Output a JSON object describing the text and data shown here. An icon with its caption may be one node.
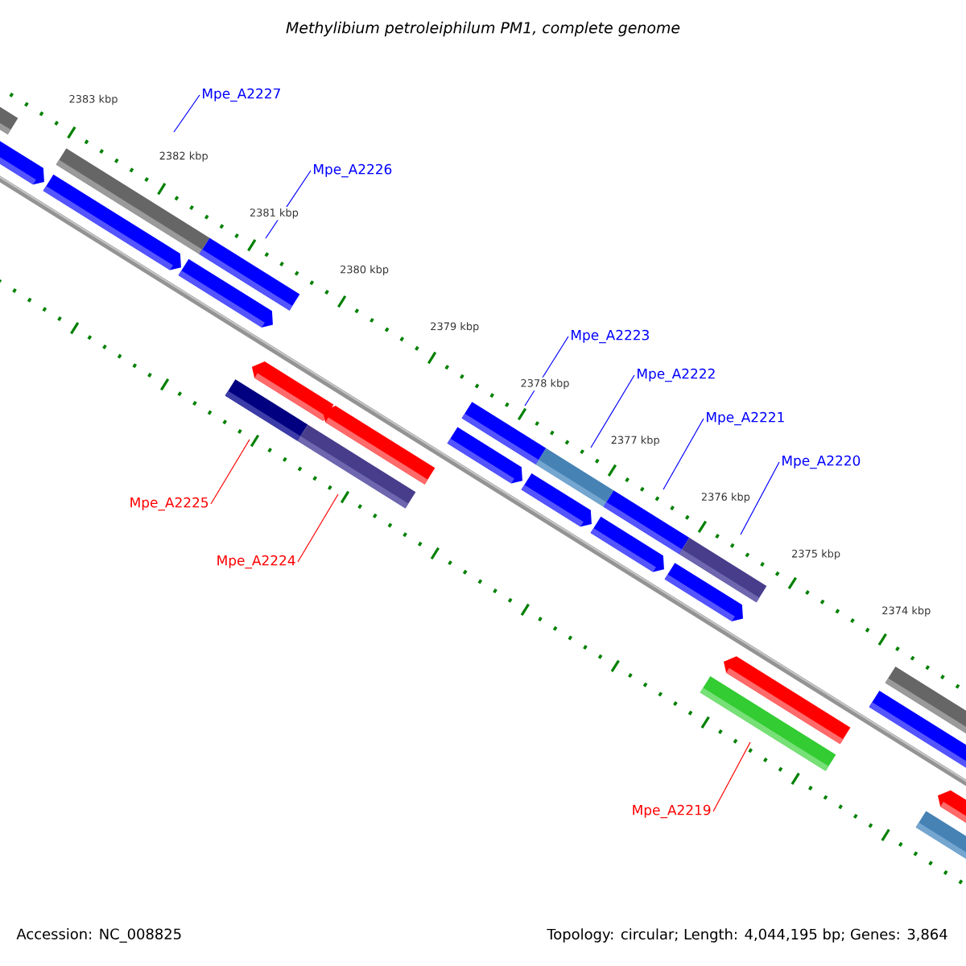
{
  "diagram": {
    "title": "Methylibium petroleiphilum PM1, complete genome",
    "nodes": [
      {
        "text": [
          "Mpe_A2227"
        ]
      },
      {
        "text": [
          "Mpe_A2226"
        ]
      },
      {
        "text": [
          "Mpe_A2223"
        ]
      },
      {
        "text": [
          "Mpe_A2222"
        ]
      },
      {
        "text": [
          "Mpe_A2221"
        ]
      },
      {
        "text": [
          "Mpe_A2220"
        ]
      },
      {
        "text": [
          "Mpe_A2225"
        ]
      },
      {
        "text": [
          "Mpe_A2224"
        ]
      },
      {
        "text": [
          "Mpe_A2219"
        ]
      }
    ],
    "edges": [
      {
        "from": 0,
        "to": null,
        "arrow": "none"
      },
      {
        "from": 1,
        "to": null,
        "arrow": "none"
      },
      {
        "from": 2,
        "to": null,
        "arrow": "none"
      },
      {
        "from": 3,
        "to": null,
        "arrow": "none"
      },
      {
        "from": 4,
        "to": null,
        "arrow": "none"
      },
      {
        "from": 5,
        "to": null,
        "arrow": "none"
      },
      {
        "from": 6,
        "to": null,
        "arrow": "none",
        "color": "#ff0000"
      },
      {
        "from": 7,
        "to": null,
        "arrow": "none",
        "color": "#ff0000"
      },
      {
        "from": 8,
        "to": null,
        "arrow": "none",
        "color": "#ff0000"
      }
    ],
    "labels": [
      "2383 kbp",
      "2382 kbp",
      "2381 kbp",
      "2380 kbp",
      "2379 kbp",
      "2378 kbp",
      "2377 kbp",
      "2376 kbp",
      "2375 kbp",
      "2374 kbp",
      "Accession: NC_008825",
      "Topology: circular; Length: 4,044,195 bp; Genes: 3,864"
    ]
  }
}
